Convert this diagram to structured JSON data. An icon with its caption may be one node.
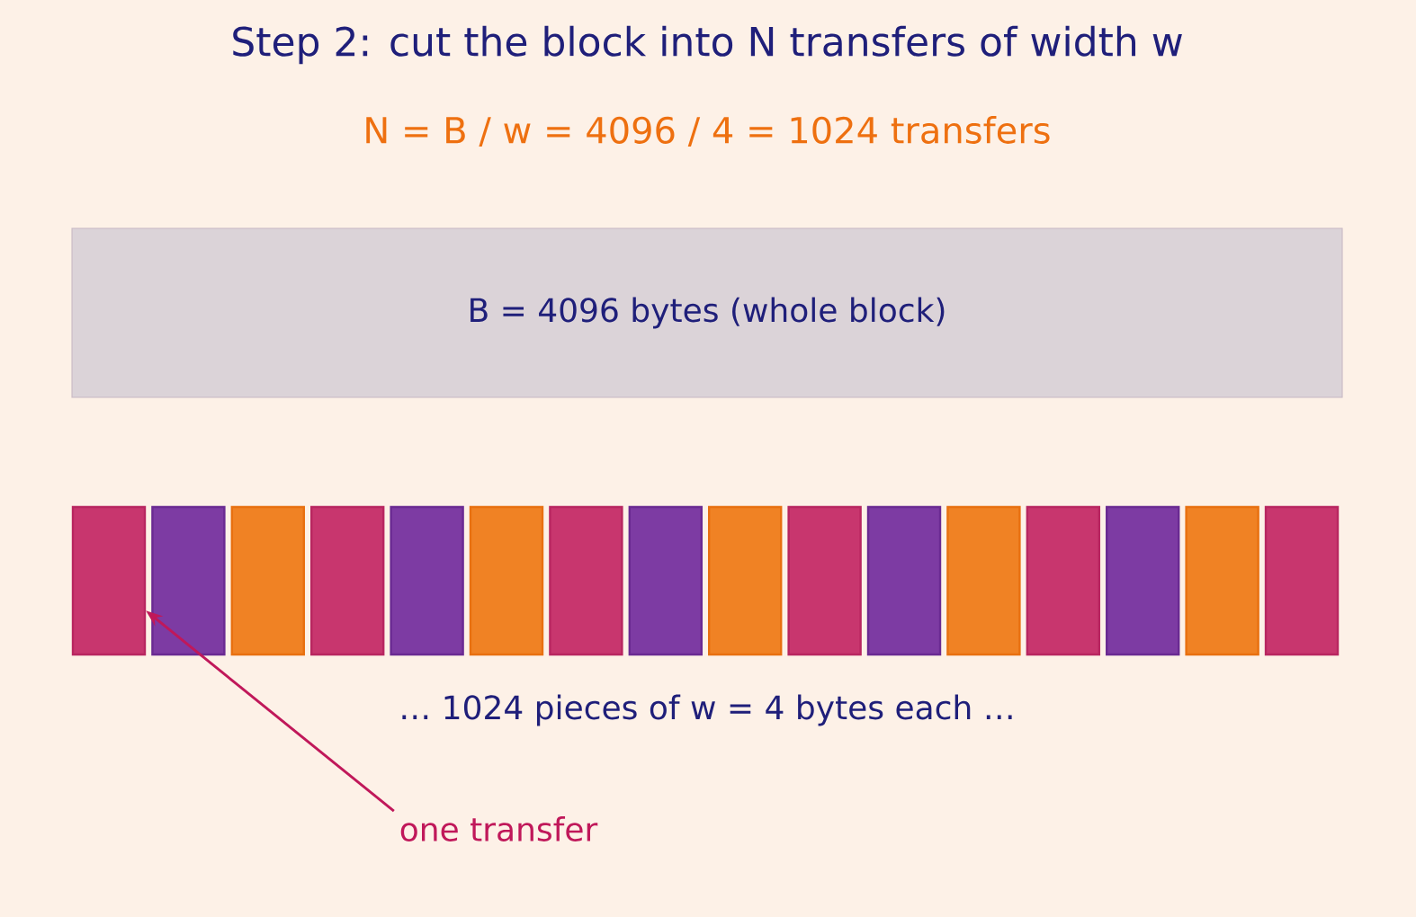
{
  "diagram": {
    "title": "Step 2: cut the block into N transfers of width w",
    "nodes": [
      {
        "text": [
          "B = 4096 bytes  (whole block)"
        ]
      },
      {
        "text": [],
        "shape": "bar"
      },
      {
        "text": [],
        "shape": "bar"
      },
      {
        "text": [],
        "shape": "bar"
      },
      {
        "text": [],
        "shape": "bar"
      },
      {
        "text": [],
        "shape": "bar"
      },
      {
        "text": [],
        "shape": "bar"
      },
      {
        "text": [],
        "shape": "bar"
      },
      {
        "text": [],
        "shape": "bar"
      },
      {
        "text": [],
        "shape": "bar"
      },
      {
        "text": [],
        "shape": "bar"
      },
      {
        "text": [],
        "shape": "bar"
      },
      {
        "text": [],
        "shape": "bar"
      },
      {
        "text": [],
        "shape": "bar"
      },
      {
        "text": [],
        "shape": "bar"
      },
      {
        "text": [],
        "shape": "bar"
      },
      {
        "text": [],
        "shape": "bar"
      },
      {
        "text": [
          "one transfer"
        ]
      }
    ],
    "edges": [
      {
        "from": 17,
        "to": 1,
        "arrow": "to",
        "color": "#c0185a"
      }
    ],
    "labels": [
      "N = B / w = 4096 / 4 = 1024 transfers",
      "… 1024 pieces of w = 4 bytes each …"
    ]
  }
}
